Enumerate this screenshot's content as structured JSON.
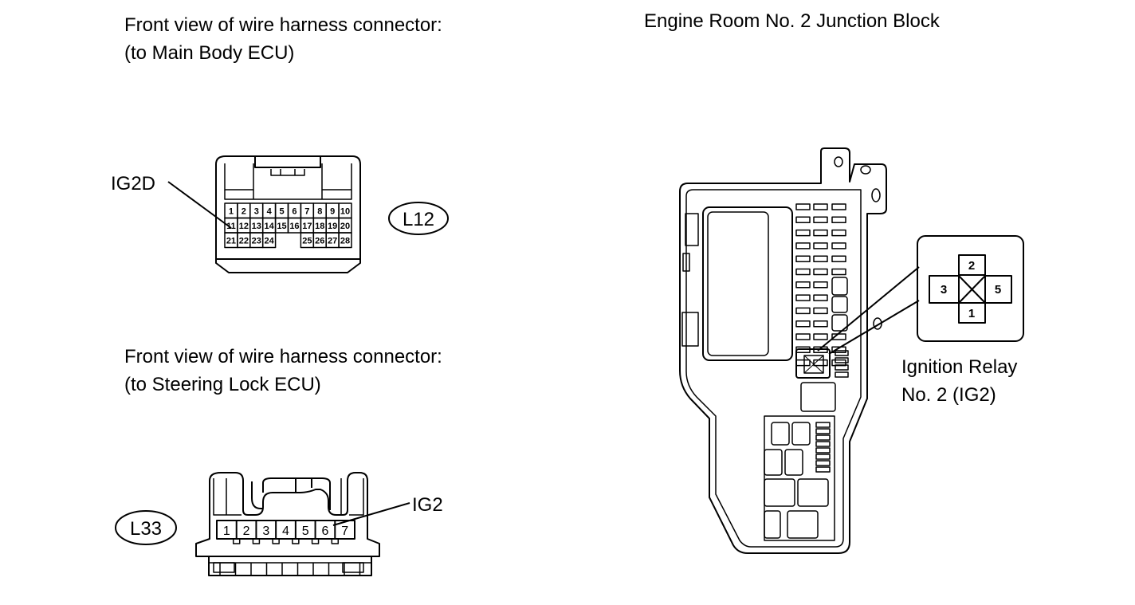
{
  "l12": {
    "heading_line1": "Front view of wire harness connector:",
    "heading_line2": "(to Main Body ECU)",
    "code": "L12",
    "signal_label": "IG2D",
    "pins": [
      "1",
      "2",
      "3",
      "4",
      "5",
      "6",
      "7",
      "8",
      "9",
      "10",
      "11",
      "12",
      "13",
      "14",
      "15",
      "16",
      "17",
      "18",
      "19",
      "20",
      "21",
      "22",
      "23",
      "24",
      "25",
      "26",
      "27",
      "28"
    ]
  },
  "l33": {
    "heading_line1": "Front view of wire harness connector:",
    "heading_line2": "(to Steering Lock ECU)",
    "code": "L33",
    "signal_label": "IG2",
    "pins": [
      "1",
      "2",
      "3",
      "4",
      "5",
      "6",
      "7"
    ]
  },
  "junction_block": {
    "title": "Engine Room No. 2 Junction Block",
    "relay_label_line1": "Ignition Relay",
    "relay_label_line2": "No. 2 (IG2)",
    "relay_pins": {
      "top": "2",
      "left": "3",
      "right": "5",
      "bottom": "1"
    }
  }
}
